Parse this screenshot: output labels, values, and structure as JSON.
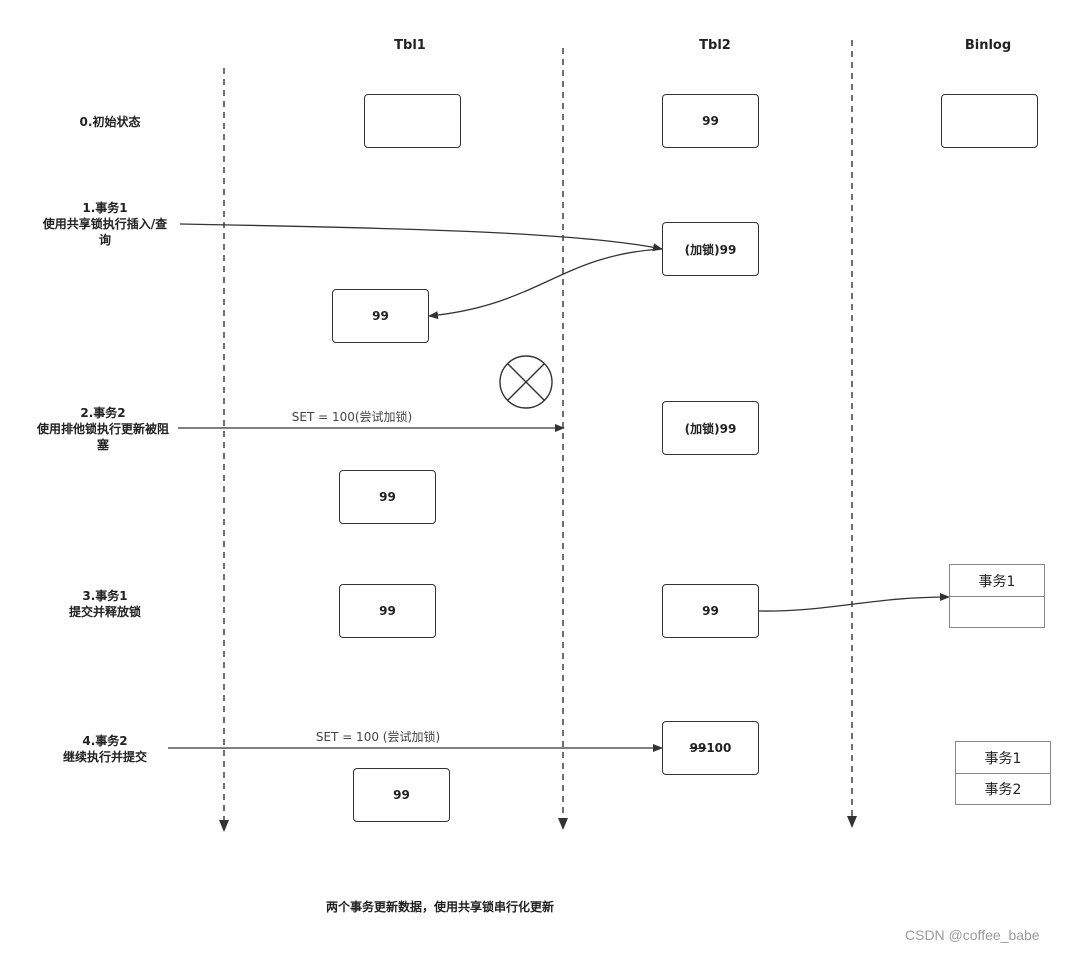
{
  "headers": {
    "tbl1": "Tbl1",
    "tbl2": "Tbl2",
    "binlog": "Binlog"
  },
  "steps": {
    "s0": "0.初始状态",
    "s1": "1.事务1\n使用共享锁执行插入/查\n询",
    "s2": "2.事务2\n使用排他锁执行更新被阻\n塞",
    "s3": "3.事务1\n提交并释放锁",
    "s4": "4.事务2\n继续执行并提交"
  },
  "boxes": {
    "tbl2_init": "99",
    "tbl2_s1": "(加锁)99",
    "tbl1_s1": "99",
    "tbl2_s2": "(加锁)99",
    "tbl1_s2": "99",
    "tbl1_s3": "99",
    "tbl2_s3": "99",
    "tbl2_s4_old": "99",
    "tbl2_s4_new": "100",
    "tbl1_s4": "99"
  },
  "arrow_labels": {
    "s2": "SET = 100(尝试加锁)",
    "s4": "SET = 100 (尝试加锁)"
  },
  "binlog": {
    "s3": [
      "事务1",
      ""
    ],
    "s4": [
      "事务1",
      "事务2"
    ]
  },
  "caption": "两个事务更新数据，使用共享锁串行化更新",
  "watermark": "CSDN @coffee_babe",
  "colors": {
    "line": "#333333",
    "text": "#222222",
    "table_border": "#888888"
  }
}
